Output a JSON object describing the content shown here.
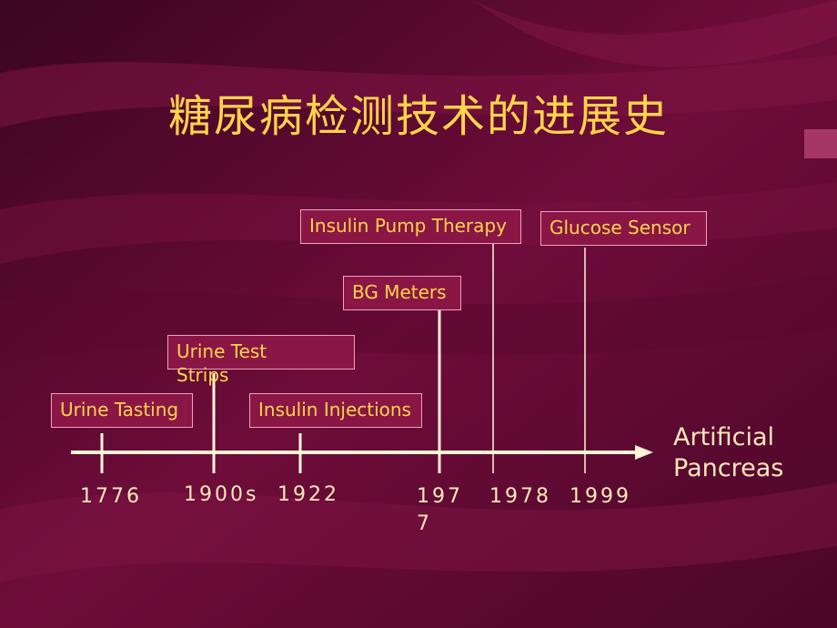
{
  "slide": {
    "title": "糖尿病检测技术的进展史",
    "end_label_line1": "Artificial",
    "end_label_line2": "Pancreas"
  },
  "events": [
    {
      "label": "Urine Tasting"
    },
    {
      "label_line1": "Urine Test",
      "label_line2": "Strips"
    },
    {
      "label": "Insulin Injections"
    },
    {
      "label": "BG Meters"
    },
    {
      "label": "Insulin Pump Therapy"
    },
    {
      "label": "Glucose Sensor"
    }
  ],
  "years": [
    "1776",
    "1900s",
    "1922",
    "197",
    "7",
    "1978",
    "1999"
  ],
  "colors": {
    "background": "#6a0a36",
    "title": "#ffd54a",
    "box_fill": "#8a1646",
    "box_border": "#f0a0bf",
    "timeline": "#fff6d6",
    "year_text": "#ffe8b8"
  }
}
